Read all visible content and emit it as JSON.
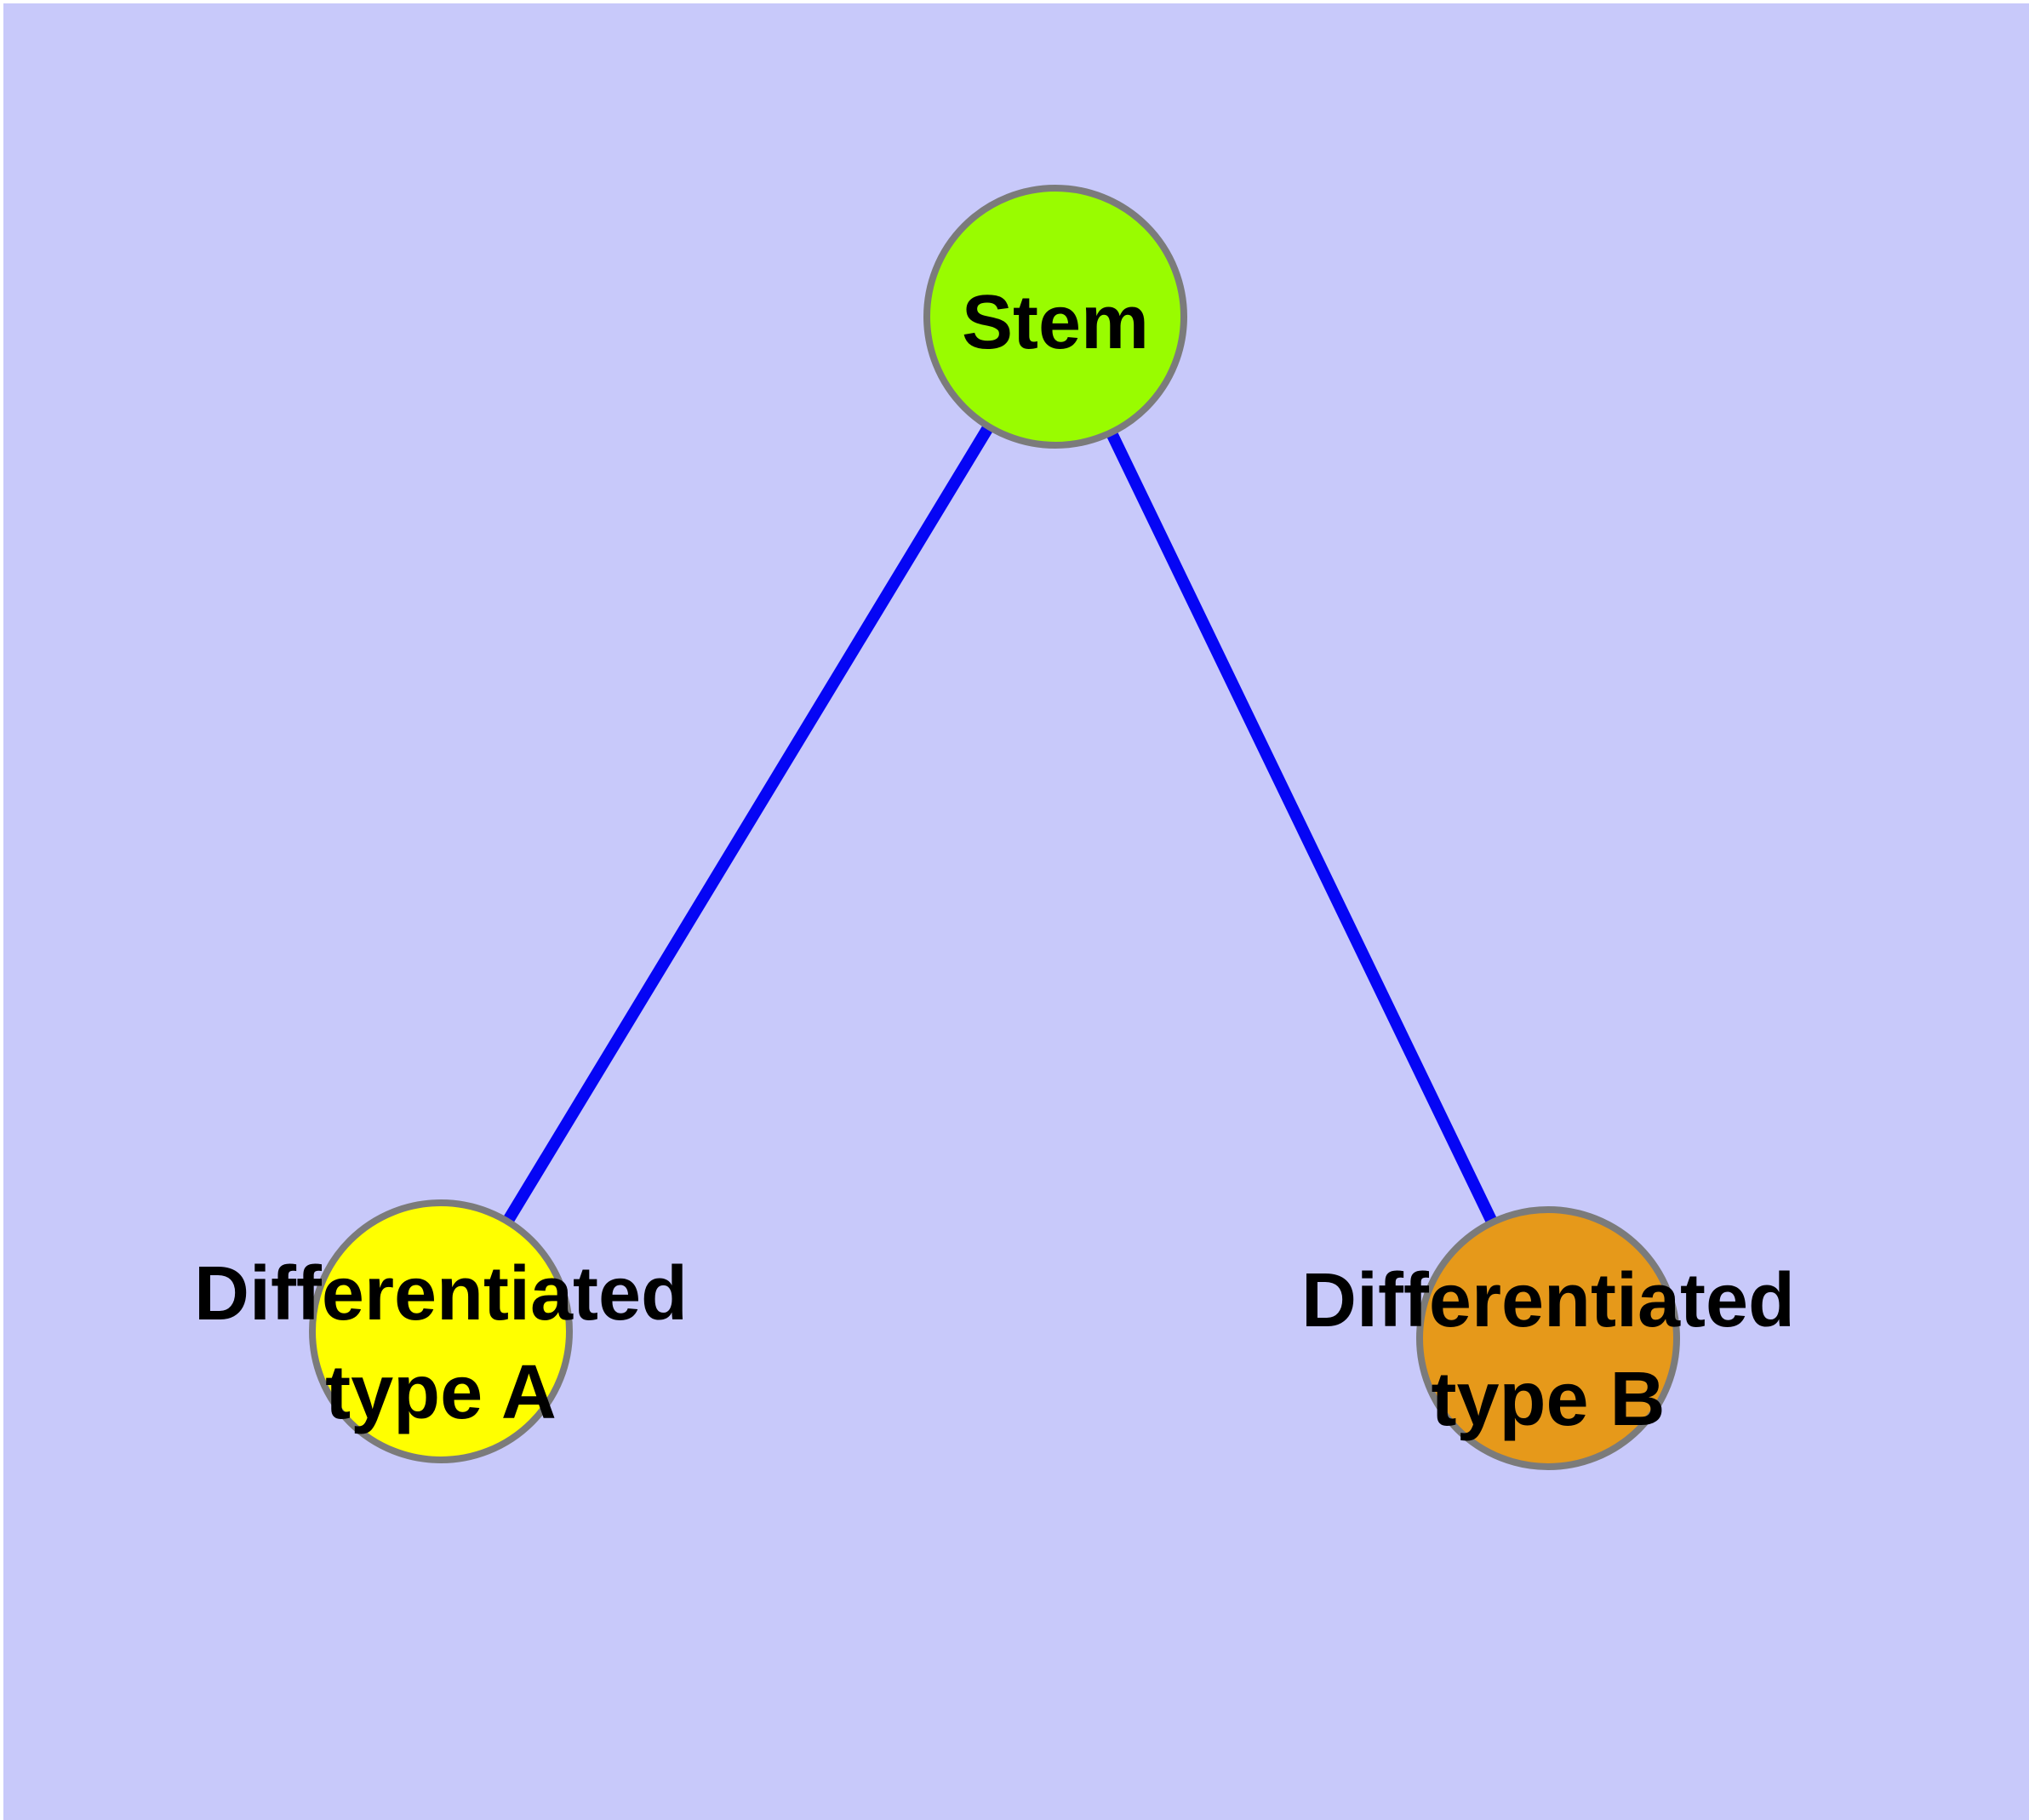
{
  "figure": {
    "type": "node-link-diagram",
    "colors": {
      "background": "#C8C9FA",
      "edge": "#0505F5",
      "node_border": "#7B7B7B",
      "label_text": "#000000"
    },
    "nodes": {
      "stem": {
        "label": "Stem",
        "fill": "#99FC00"
      },
      "type_a": {
        "label": "Differentiated type A",
        "label_line1": "Differentiated",
        "label_line2": "type A",
        "fill": "#FFFF00"
      },
      "type_b": {
        "label": "Differentiated type B",
        "label_line1": "Differentiated",
        "label_line2": "type B",
        "fill": "#E6991A"
      }
    },
    "edges": [
      {
        "from": "Stem",
        "to": "Differentiated type A"
      },
      {
        "from": "Stem",
        "to": "Differentiated type B"
      }
    ]
  }
}
